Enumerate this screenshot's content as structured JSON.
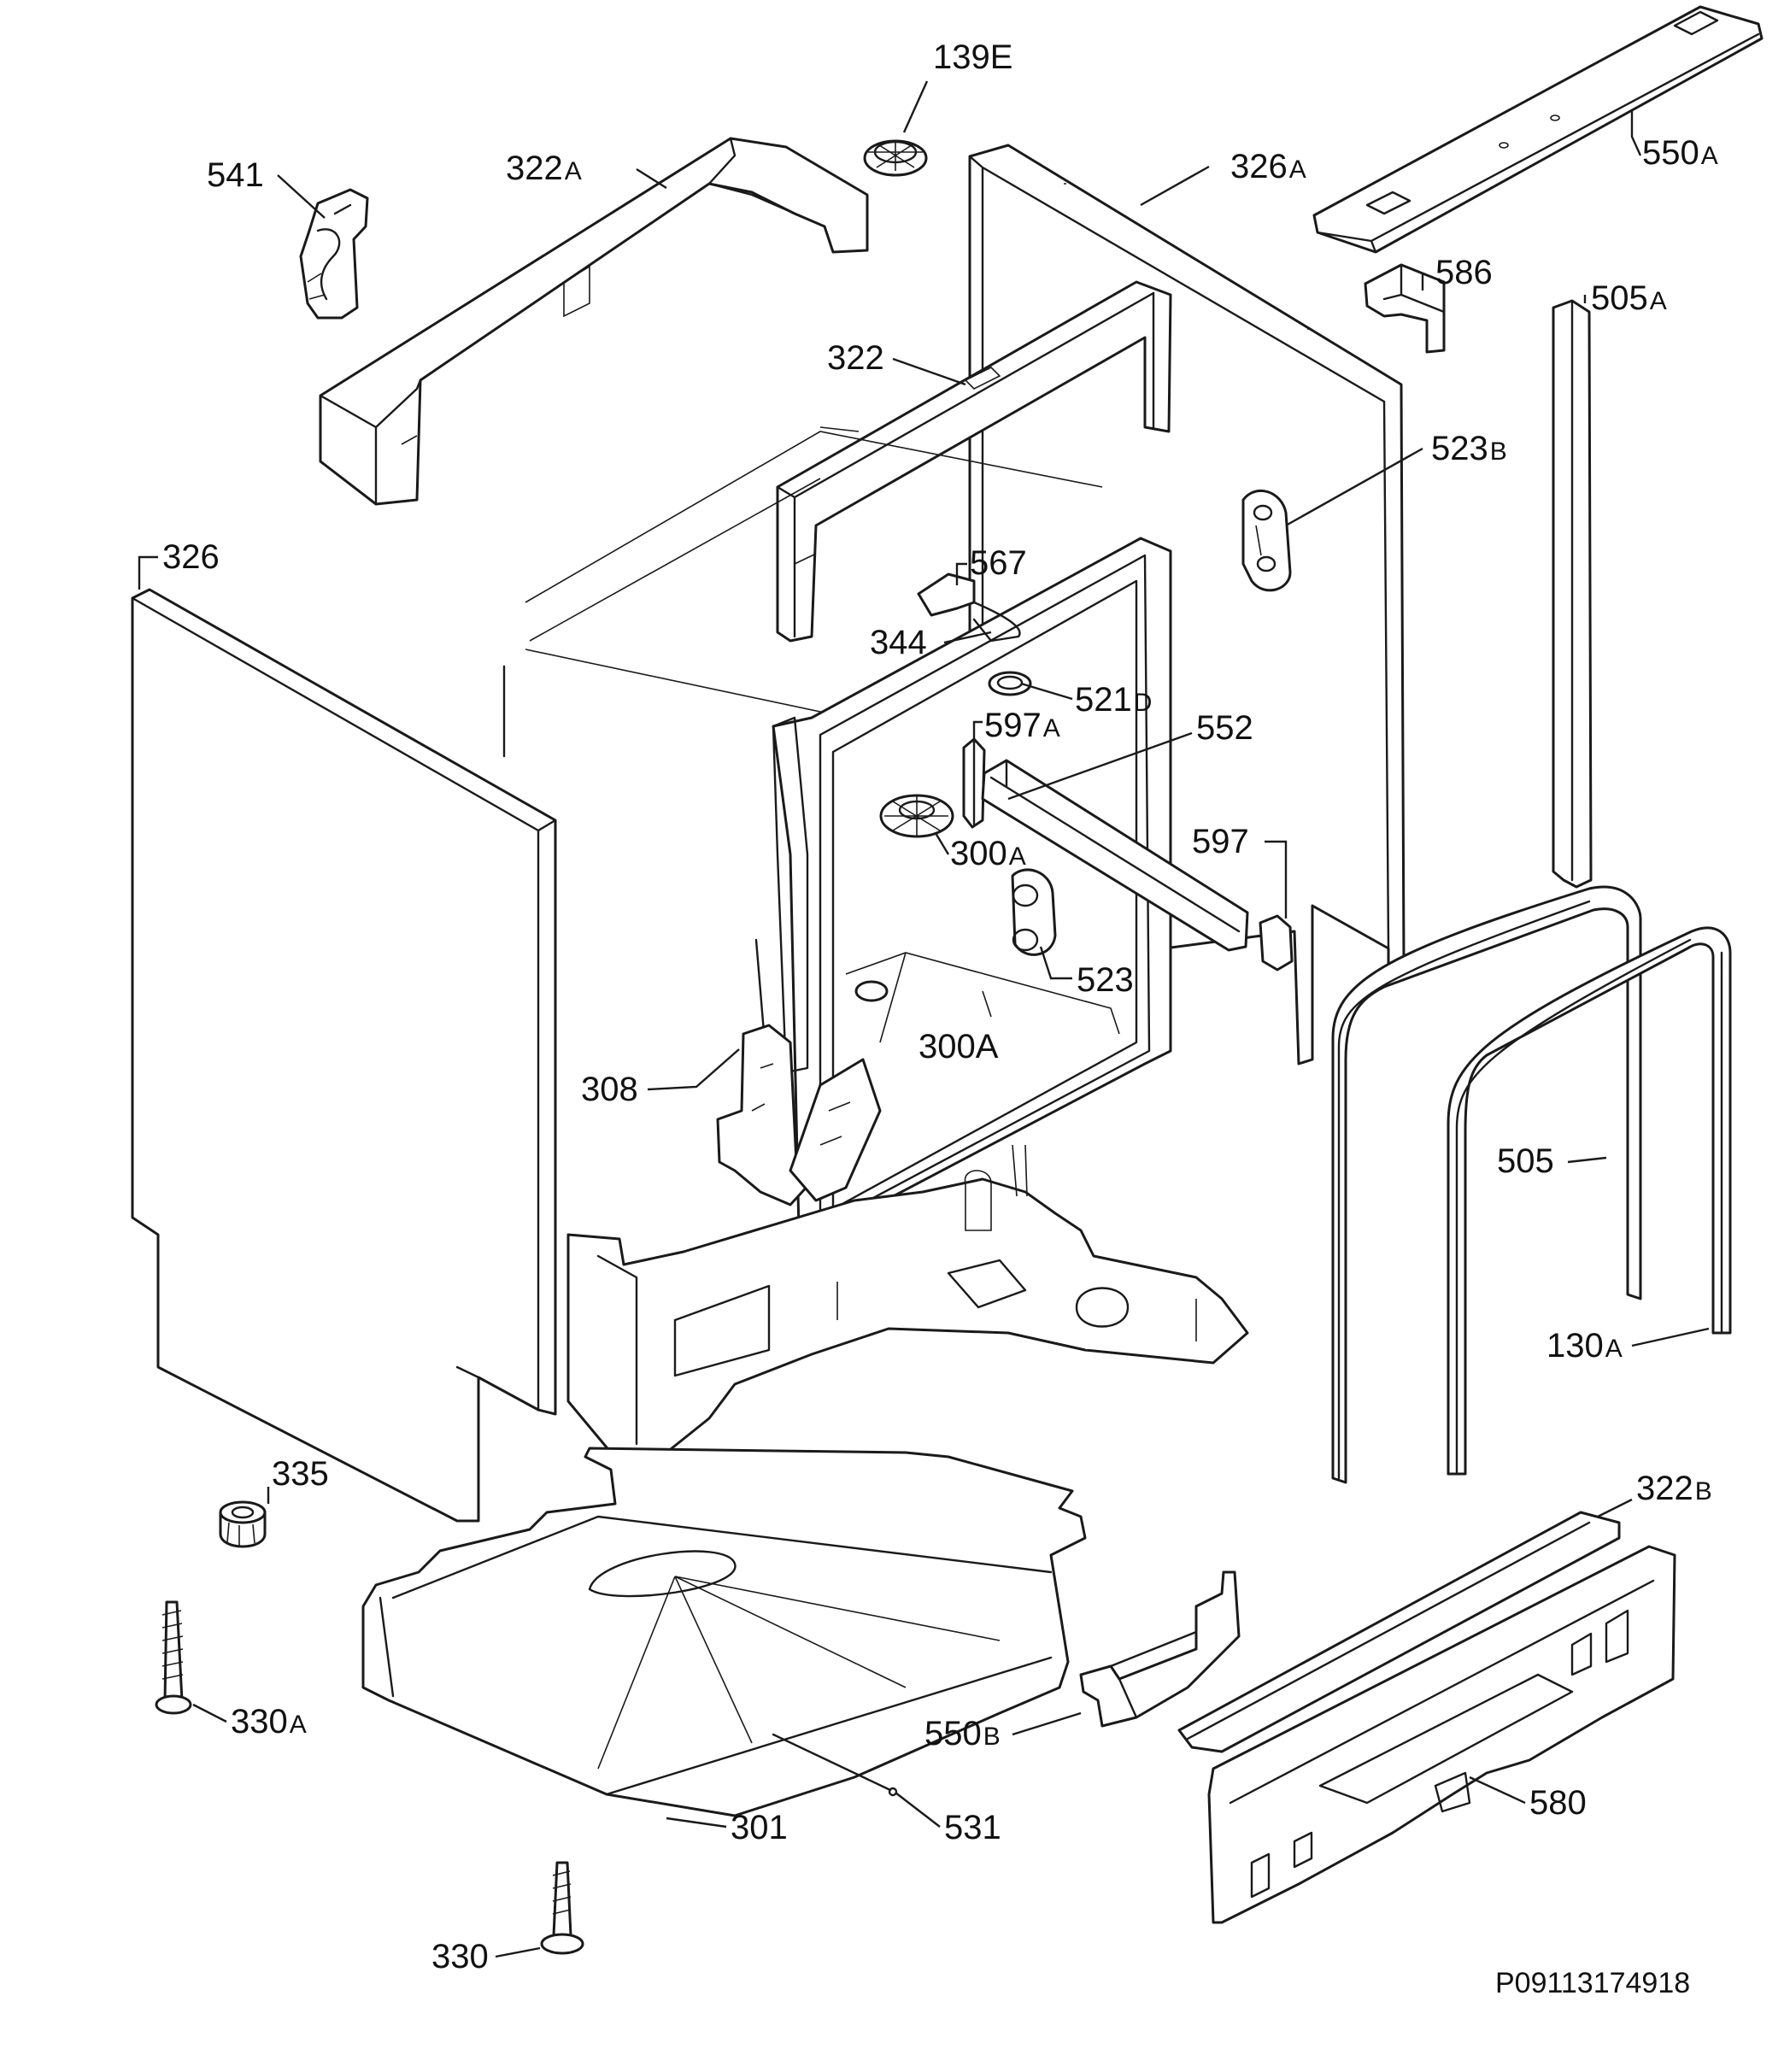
{
  "labels": {
    "l139E": "139E",
    "l541": "541",
    "l322A": "322",
    "l322A_suffix": "A",
    "l326A": "326",
    "l326A_suffix": "A",
    "l550A": "550",
    "l550A_suffix": "A",
    "l586": "586",
    "l505A": "505",
    "l505A_suffix": "A",
    "l322": "322",
    "l523B": "523",
    "l523B_suffix": "B",
    "l326": "326",
    "l567": "567",
    "l344": "344",
    "l521D": "521",
    "l521D_suffix": "D",
    "l597A": "597",
    "l597A_suffix": "A",
    "l552": "552",
    "l300A_small": "300",
    "l300A_small_suffix": "A",
    "l597": "597",
    "l523": "523",
    "l300A": "300A",
    "l308": "308",
    "l505": "505",
    "l130A": "130",
    "l130A_suffix": "A",
    "l335": "335",
    "l322B": "322",
    "l322B_suffix": "B",
    "l330A": "330",
    "l330A_suffix": "A",
    "l550B": "550",
    "l550B_suffix": "B",
    "l580": "580",
    "l301": "301",
    "l531": "531",
    "l330": "330"
  },
  "reference_code": "P09113174918"
}
